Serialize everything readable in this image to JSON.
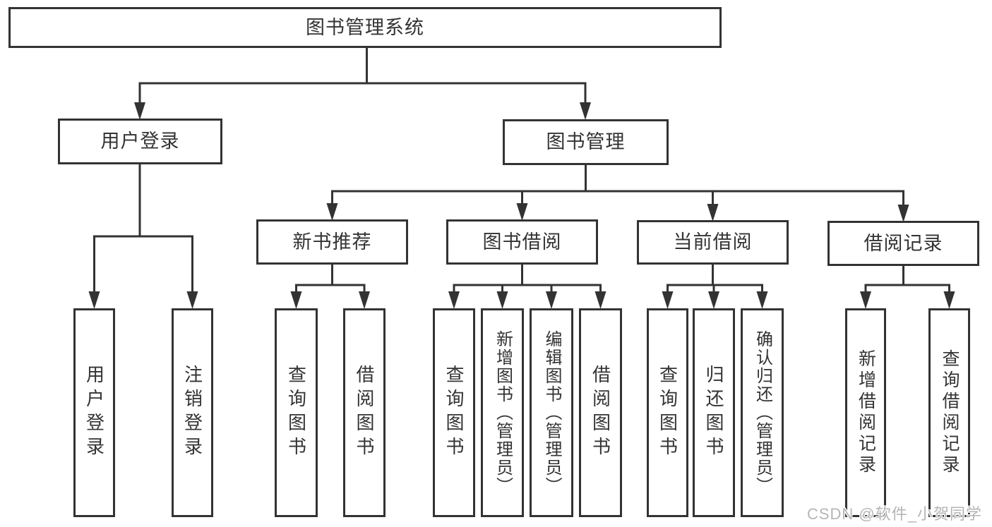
{
  "tree": {
    "root": {
      "label": "图书管理系统"
    },
    "level2": [
      {
        "label": "用户登录"
      },
      {
        "label": "图书管理"
      }
    ],
    "level3": [
      {
        "label": "新书推荐"
      },
      {
        "label": "图书借阅"
      },
      {
        "label": "当前借阅"
      },
      {
        "label": "借阅记录"
      }
    ],
    "leaves": {
      "user_login": [
        {
          "label": "用户登录"
        },
        {
          "label": "注销登录"
        }
      ],
      "new_book_rec": [
        {
          "label": "查询图书"
        },
        {
          "label": "借阅图书"
        }
      ],
      "book_borrow": [
        {
          "label": "查询图书"
        },
        {
          "label": "新增图书（管理员）"
        },
        {
          "label": "编辑图书（管理员）"
        },
        {
          "label": "借阅图书"
        }
      ],
      "current_borrow": [
        {
          "label": "查询图书"
        },
        {
          "label": "归还图书"
        },
        {
          "label": "确认归还（管理员）"
        }
      ],
      "borrow_records": [
        {
          "label": "新增借阅记录"
        },
        {
          "label": "查询借阅记录"
        }
      ]
    }
  },
  "watermark": "CSDN @软件_小贺同学",
  "colors": {
    "line": "#333333",
    "text": "#333333",
    "background": "#ffffff",
    "watermark": "#b5b5b5"
  }
}
